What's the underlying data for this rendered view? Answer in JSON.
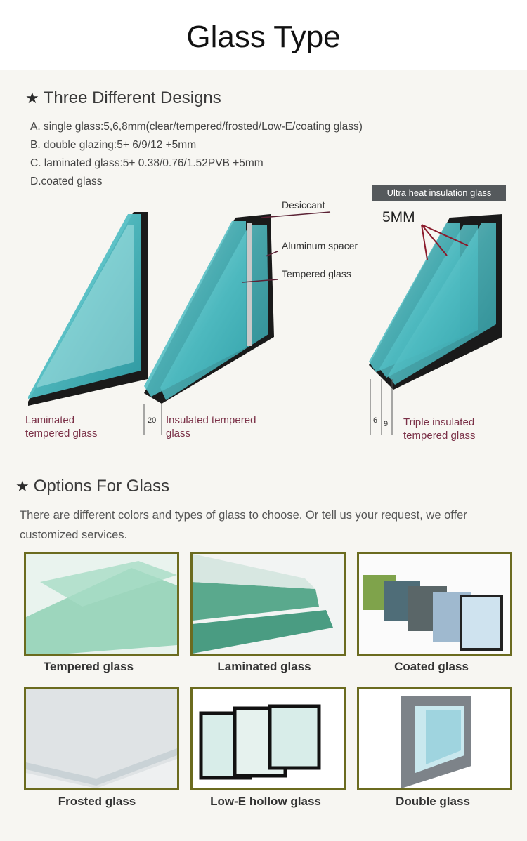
{
  "page_title": "Glass Type",
  "designs": {
    "heading": "Three Different Designs",
    "lines": [
      "A. single glass:5,6,8mm(clear/tempered/frosted/Low-E/coating glass)",
      "B. double glazing:5+ 6/9/12 +5mm",
      "C. laminated glass:5+ 0.38/0.76/1.52PVB +5mm",
      "D.coated glass"
    ],
    "callouts": {
      "desiccant": "Desiccant",
      "spacer": "Aluminum spacer",
      "tempered": "Tempered glass"
    },
    "banner": "Ultra heat insulation glass",
    "thickness": "5MM",
    "dim_20": "20",
    "dim_6": "6",
    "dim_9": "9",
    "labels": [
      "Laminated\ntempered glass",
      "Insulated tempered\nglass",
      "Triple insulated\ntempered glass"
    ]
  },
  "options": {
    "heading": "Options For Glass",
    "intro": "There are different colors and types of glass to choose. Or tell us your request, we offer customized services.",
    "items": [
      {
        "label": "Tempered glass"
      },
      {
        "label": "Laminated glass"
      },
      {
        "label": "Coated glass"
      },
      {
        "label": "Frosted glass"
      },
      {
        "label": "Low-E hollow glass"
      },
      {
        "label": "Double  glass"
      }
    ]
  },
  "colors": {
    "glass": "#5bc3c6",
    "frame": "#1e1e1e",
    "card_border": "#6b6b1f",
    "label_pink": "#7a3047"
  }
}
